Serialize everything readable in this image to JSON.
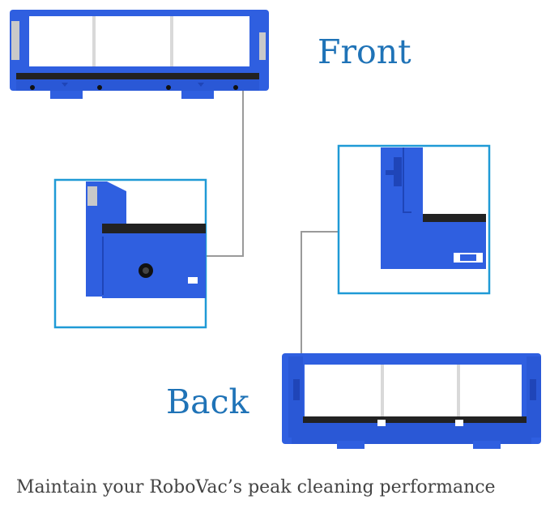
{
  "labels": {
    "front": "Front",
    "back": "Back"
  },
  "caption": "Maintain your RoboVac’s peak cleaning performance",
  "colors": {
    "frame_blue": "#2f5fe0",
    "frame_blue_dark": "#1f45b8",
    "rubber_black": "#222222",
    "callout_border": "#1f9ad6",
    "connector_line": "#9a9a9a",
    "label_blue": "#1f73b7",
    "caption_gray": "#444444"
  }
}
